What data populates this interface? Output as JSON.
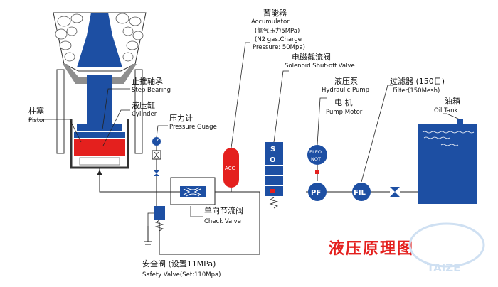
{
  "title": "液压原理图",
  "watermark": "TAIZE",
  "labels": {
    "accumulator_cn": "蓄能器",
    "accumulator_en": "Accumulator",
    "accumulator_spec_cn": "(氮气压力5MPa)",
    "accumulator_spec_en1": "(N2 gas.Charge",
    "accumulator_spec_en2": "Pressure: 50Mpa)",
    "solenoid_cn": "电磁截流阀",
    "solenoid_en": "Solenoid Shut-off Valve",
    "pump_cn": "液压泵",
    "pump_en": "Hydraulic Pump",
    "motor_cn": "电 机",
    "motor_en": "Pump Motor",
    "filter_cn": "过滤器 (150目)",
    "filter_en": "Filter(150Mesh)",
    "tank_cn": "油箱",
    "tank_en": "Oil Tank",
    "bearing_cn": "止推轴承",
    "bearing_en": "Step Bearing",
    "cylinder_cn": "液压缸",
    "cylinder_en": "Cylinder",
    "piston_cn": "柱塞",
    "piston_en": "Piston",
    "gauge_cn": "压力计",
    "gauge_en": "Pressure Guage",
    "check_cn": "单向节流阀",
    "check_en": "Check Valve",
    "safety_cn": "安全阀 (设置11MPa)",
    "safety_en": "Safety Valve(Set:110Mpa)"
  },
  "symbols": {
    "acc": "ACC",
    "so_s": "S",
    "so_o": "O",
    "motor_line1": "ELEO",
    "motor_line2": "NOT",
    "pump": "PF",
    "filter": "FIL"
  },
  "colors": {
    "blue": "#1d4fa3",
    "red": "#e4201e",
    "line": "#222222",
    "title": "#e4201e"
  }
}
